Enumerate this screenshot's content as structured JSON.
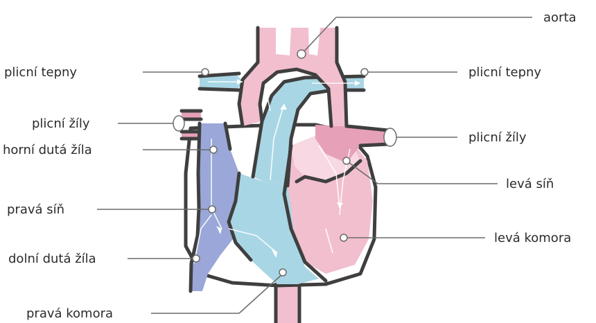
{
  "labels": {
    "aorta": "aorta",
    "pulmonary_arteries_left": "plicní tepny",
    "pulmonary_arteries_right": "plicní tepny",
    "pulmonary_veins_left": "plicní žíly",
    "pulmonary_veins_right": "plicní žíly",
    "superior_vena_cava": "horní dutá žíla",
    "left_atrium": "levá síň",
    "right_atrium": "pravá síň",
    "left_ventricle": "levá komora",
    "inferior_vena_cava": "dolní dutá žíla",
    "right_ventricle": "pravá komora"
  },
  "colors": {
    "oxygenated": "#f2bfcf",
    "oxygenated_light": "#f8d8e2",
    "oxygenated_dark": "#e6a1b8",
    "deoxygenated": "#a9d6e5",
    "vena_cava": "#9aa7d8",
    "outline": "#3f3f3f",
    "leader": "#6b6b6b"
  }
}
